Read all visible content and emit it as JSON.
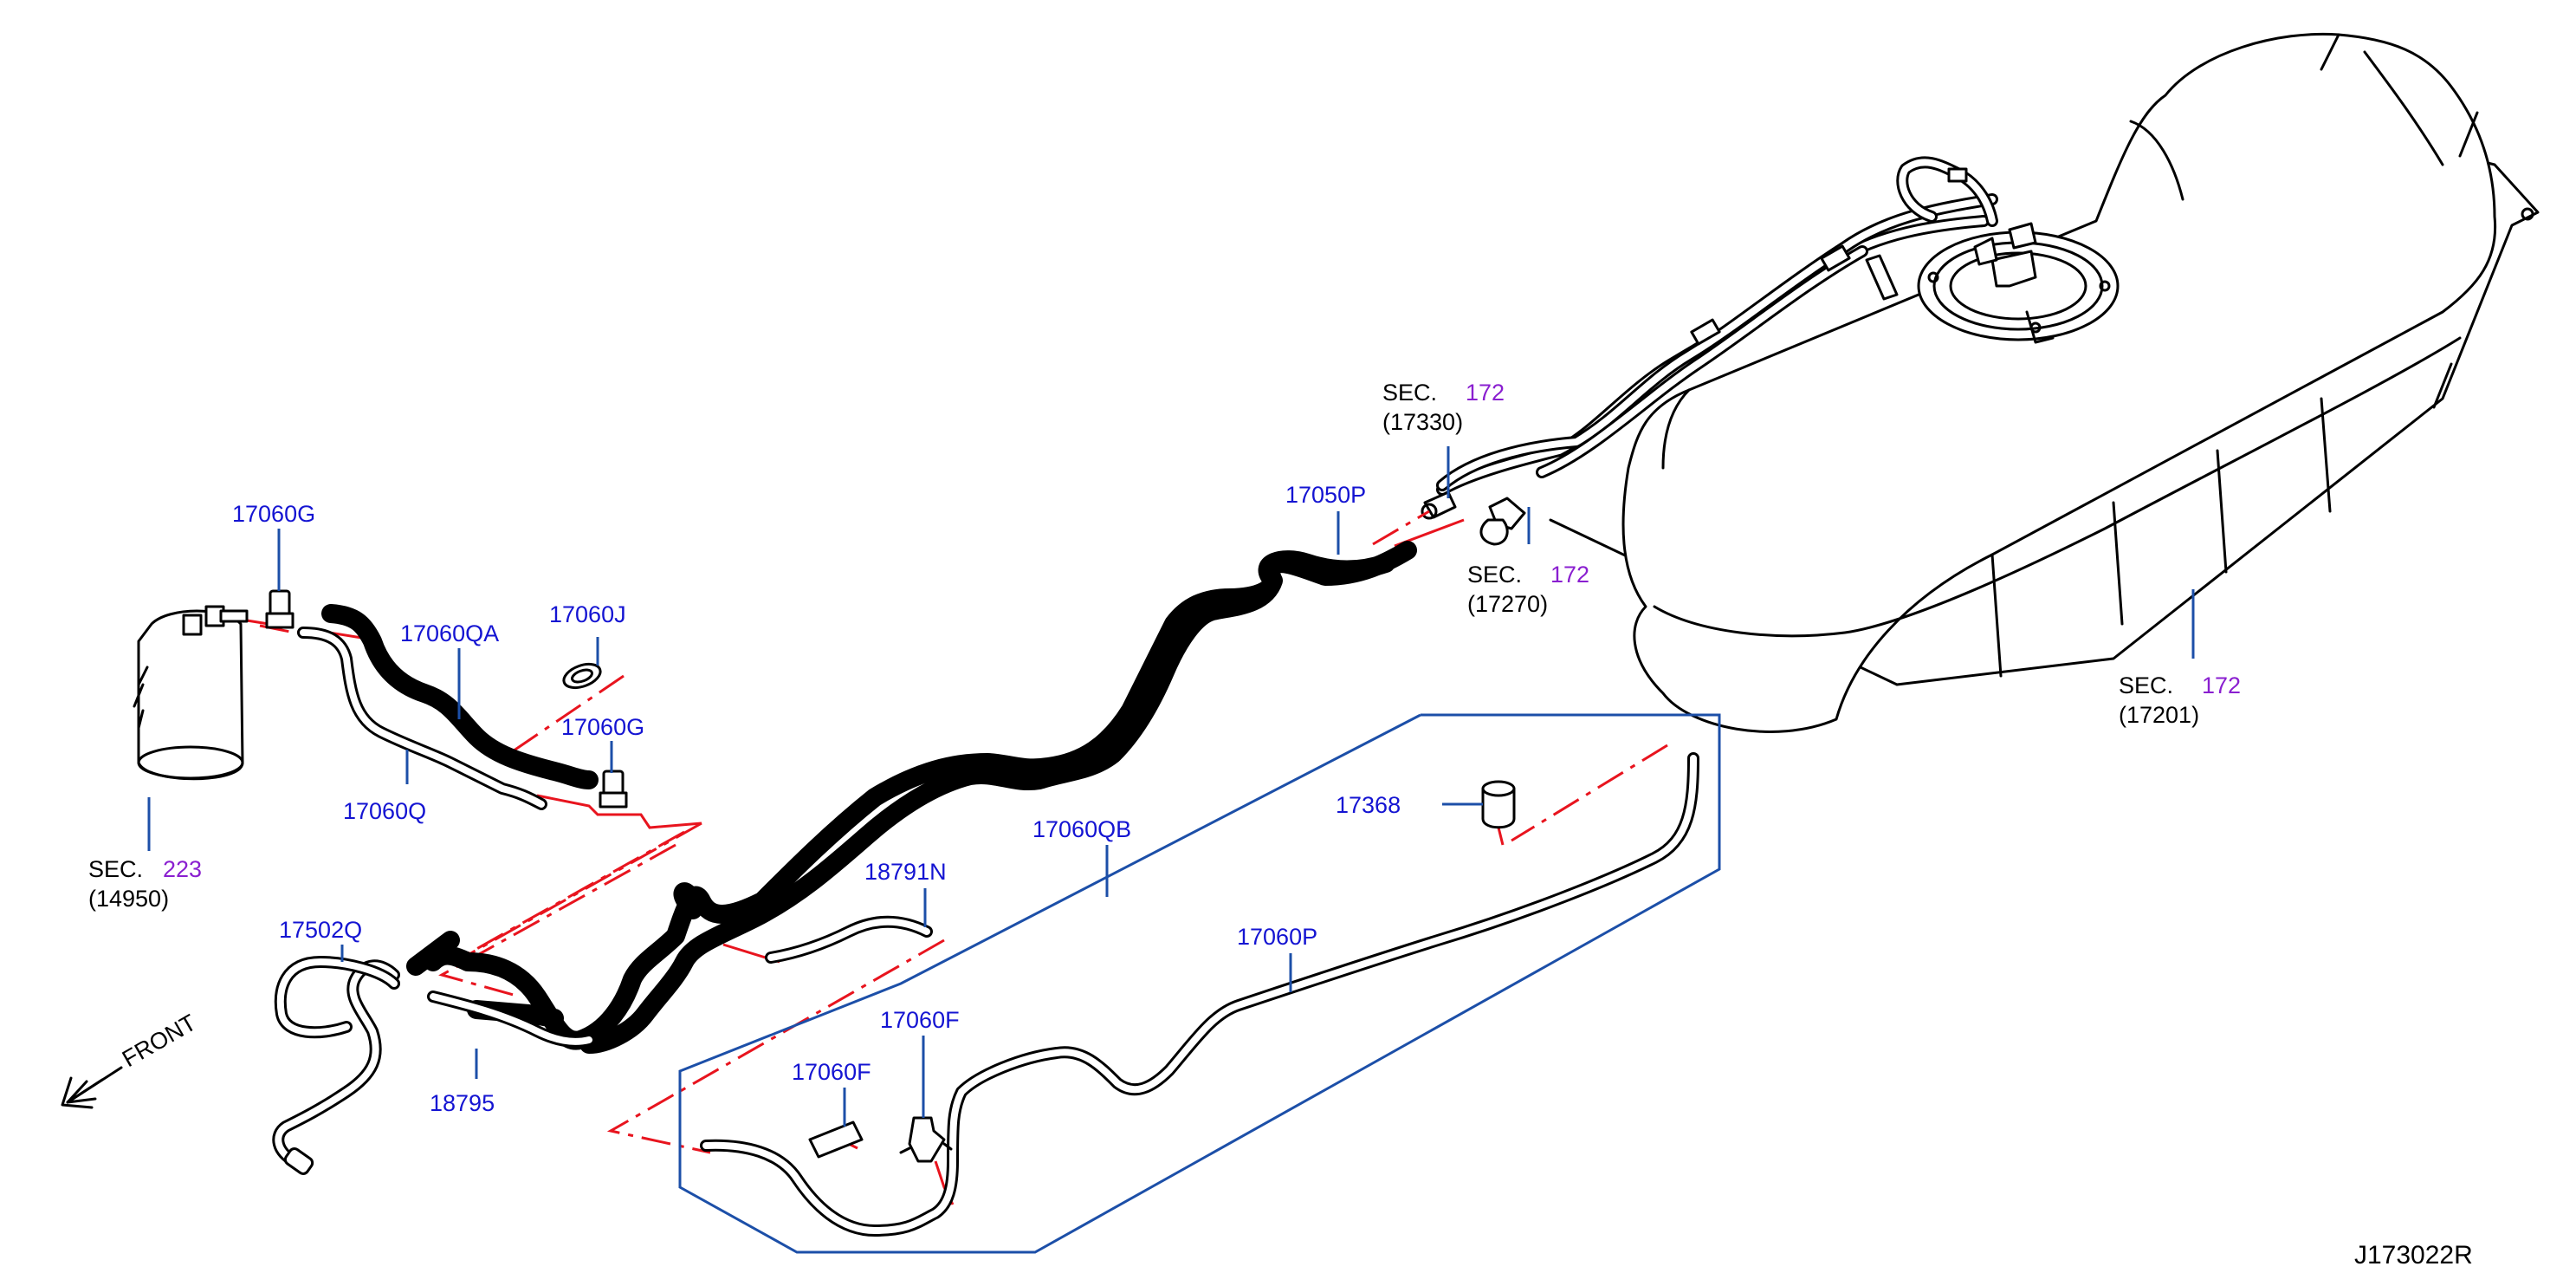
{
  "labels": {
    "p17060G_a": "17060G",
    "p17060QA": "17060QA",
    "p17060J": "17060J",
    "p17060G_b": "17060G",
    "p17060Q": "17060Q",
    "p17502Q": "17502Q",
    "p18795": "18795",
    "p18791N": "18791N",
    "p17060QB": "17060QB",
    "p17368": "17368",
    "p17060P": "17060P",
    "p17060F_a": "17060F",
    "p17060F_b": "17060F",
    "p17050P": "17050P"
  },
  "sections": {
    "canister": {
      "sec": "SEC.",
      "num": "223",
      "part": "(14950)"
    },
    "s17330": {
      "sec": "SEC.",
      "num": "172",
      "part": "(17330)"
    },
    "s17270": {
      "sec": "SEC.",
      "num": "172",
      "part": "(17270)"
    },
    "s17201": {
      "sec": "SEC.",
      "num": "172",
      "part": "(17201)"
    }
  },
  "front": "FRONT",
  "diagram_code": "J173022R",
  "colors": {
    "part_number": "#1414d2",
    "section_number": "#8a1fd0",
    "reference_line": "#e8141e",
    "leader": "#1c4fa8"
  }
}
